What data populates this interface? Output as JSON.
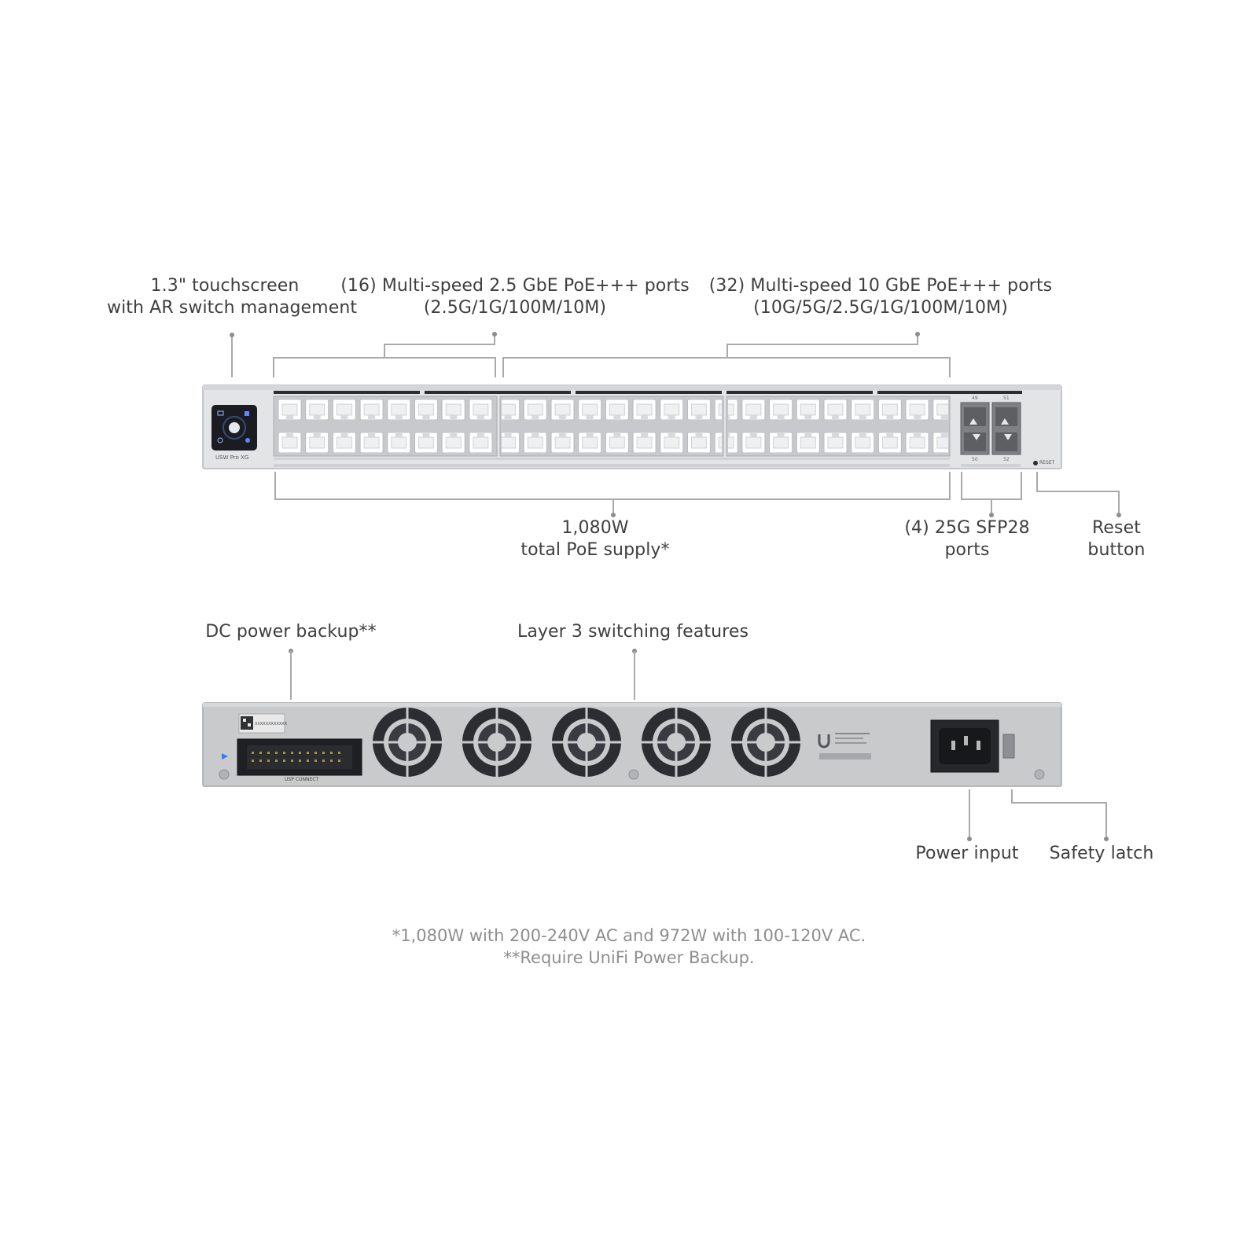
{
  "front": {
    "touchscreen_label": [
      "1.3\" touchscreen",
      "with AR switch management"
    ],
    "ports_25g_label": [
      "(16) Multi-speed 2.5 GbE PoE+++ ports",
      "(2.5G/1G/100M/10M)"
    ],
    "ports_10g_label": [
      "(32) Multi-speed 10 GbE PoE+++ ports",
      "(10G/5G/2.5G/1G/100M/10M)"
    ],
    "poe_label": [
      "1,080W",
      "total PoE supply*"
    ],
    "sfp_label": [
      "(4) 25G SFP28",
      "ports"
    ],
    "reset_label": [
      "Reset",
      "button"
    ],
    "device_model_text": "USW Pro XG",
    "reset_text": "RESET",
    "sfp_port_numbers": [
      "49",
      "51",
      "50",
      "52"
    ]
  },
  "rear": {
    "dc_backup_label": "DC power backup**",
    "layer3_label": "Layer 3 switching features",
    "power_input_label": "Power input",
    "safety_latch_label": "Safety latch",
    "usp_connect_text": "USP CONNECT",
    "serial_text": "XXXXXXXXXXXX"
  },
  "footnotes": [
    "*1,080W with 200-240V AC and 972W with 100-120V AC.",
    "**Require UniFi Power Backup."
  ],
  "colors": {
    "chassis_front": "#e3e4e6",
    "chassis_rear": "#c9cacc",
    "callout_line": "#a9a9a9",
    "footnote_text": "#8e8e8e",
    "screen": "#1a1c22"
  }
}
